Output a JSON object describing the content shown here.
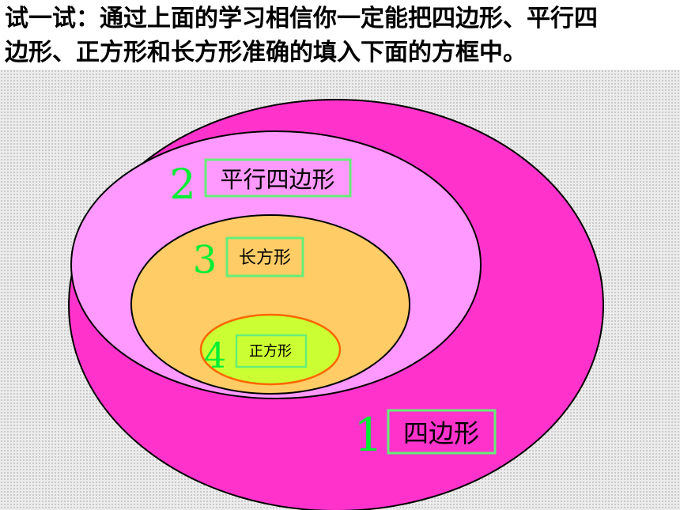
{
  "heading": {
    "line1": "试一试：通过上面的学习相信你一定能把四边形、平行四",
    "line2": "边形、正方形和长方形准确的填入下面的方框中。"
  },
  "regions": [
    {
      "number": "1",
      "label": "四边形",
      "fill": "#ff33cc"
    },
    {
      "number": "2",
      "label": "平行四边形",
      "fill": "#ff99ff"
    },
    {
      "number": "3",
      "label": "长方形",
      "fill": "#ffcc66"
    },
    {
      "number": "4",
      "label": "正方形",
      "fill": "#ccff33"
    }
  ],
  "colors": {
    "number": "#00ee33",
    "label_box_border": "#66ee77",
    "square_outline": "#ff6600",
    "background": "#ececec"
  }
}
